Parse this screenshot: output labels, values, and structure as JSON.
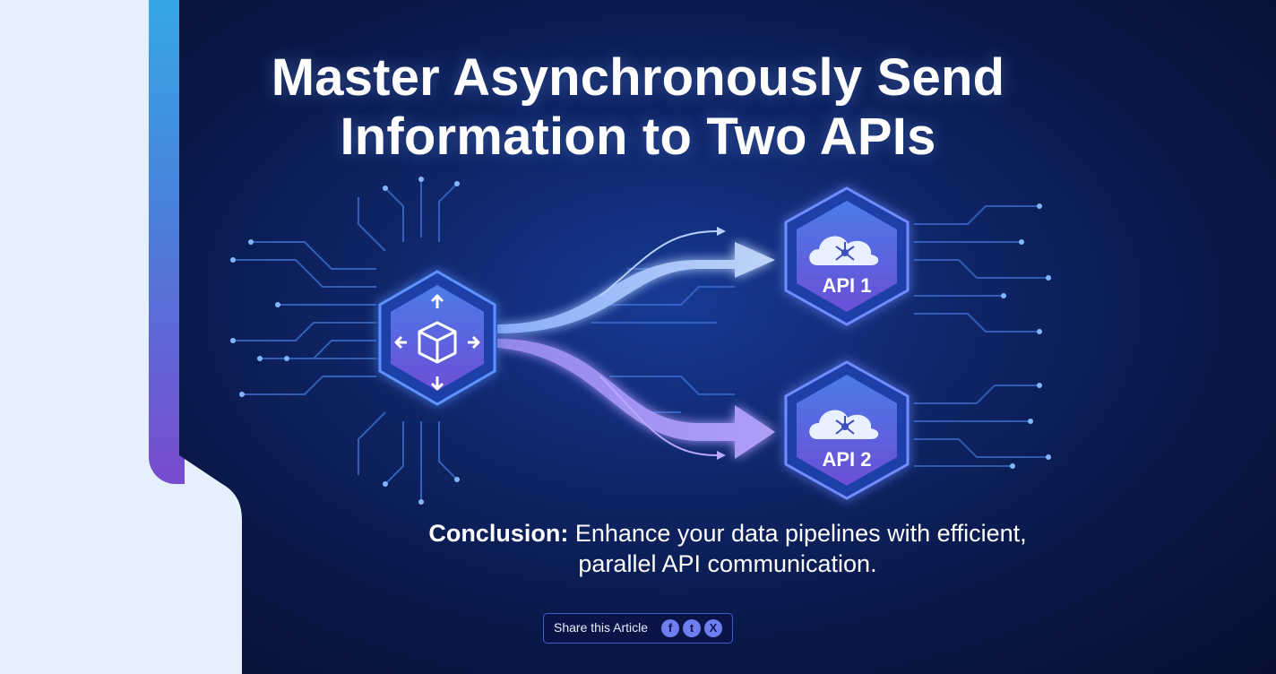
{
  "title": {
    "line1": "Master Asynchronously Send",
    "line2": "Information to Two APIs"
  },
  "nodes": {
    "source_icon": "package-box-icon",
    "api1_label": "API 1",
    "api2_label": "API 2",
    "api_icon": "cloud-network-icon"
  },
  "conclusion": {
    "prefix": "Conclusion:",
    "text_line1": "Enhance your data pipelines with efficient,",
    "text_line2": "parallel API communication."
  },
  "share": {
    "label": "Share this Article",
    "icons": [
      "facebook-icon",
      "twitter-icon",
      "x-icon"
    ],
    "facebook_glyph": "f",
    "twitter_glyph": "t",
    "x_glyph": "X"
  },
  "colors": {
    "accent_top": "#36a8e6",
    "accent_bottom": "#7a4bd0",
    "background": "#0a1848",
    "node_fill": "#5b5fd8"
  }
}
